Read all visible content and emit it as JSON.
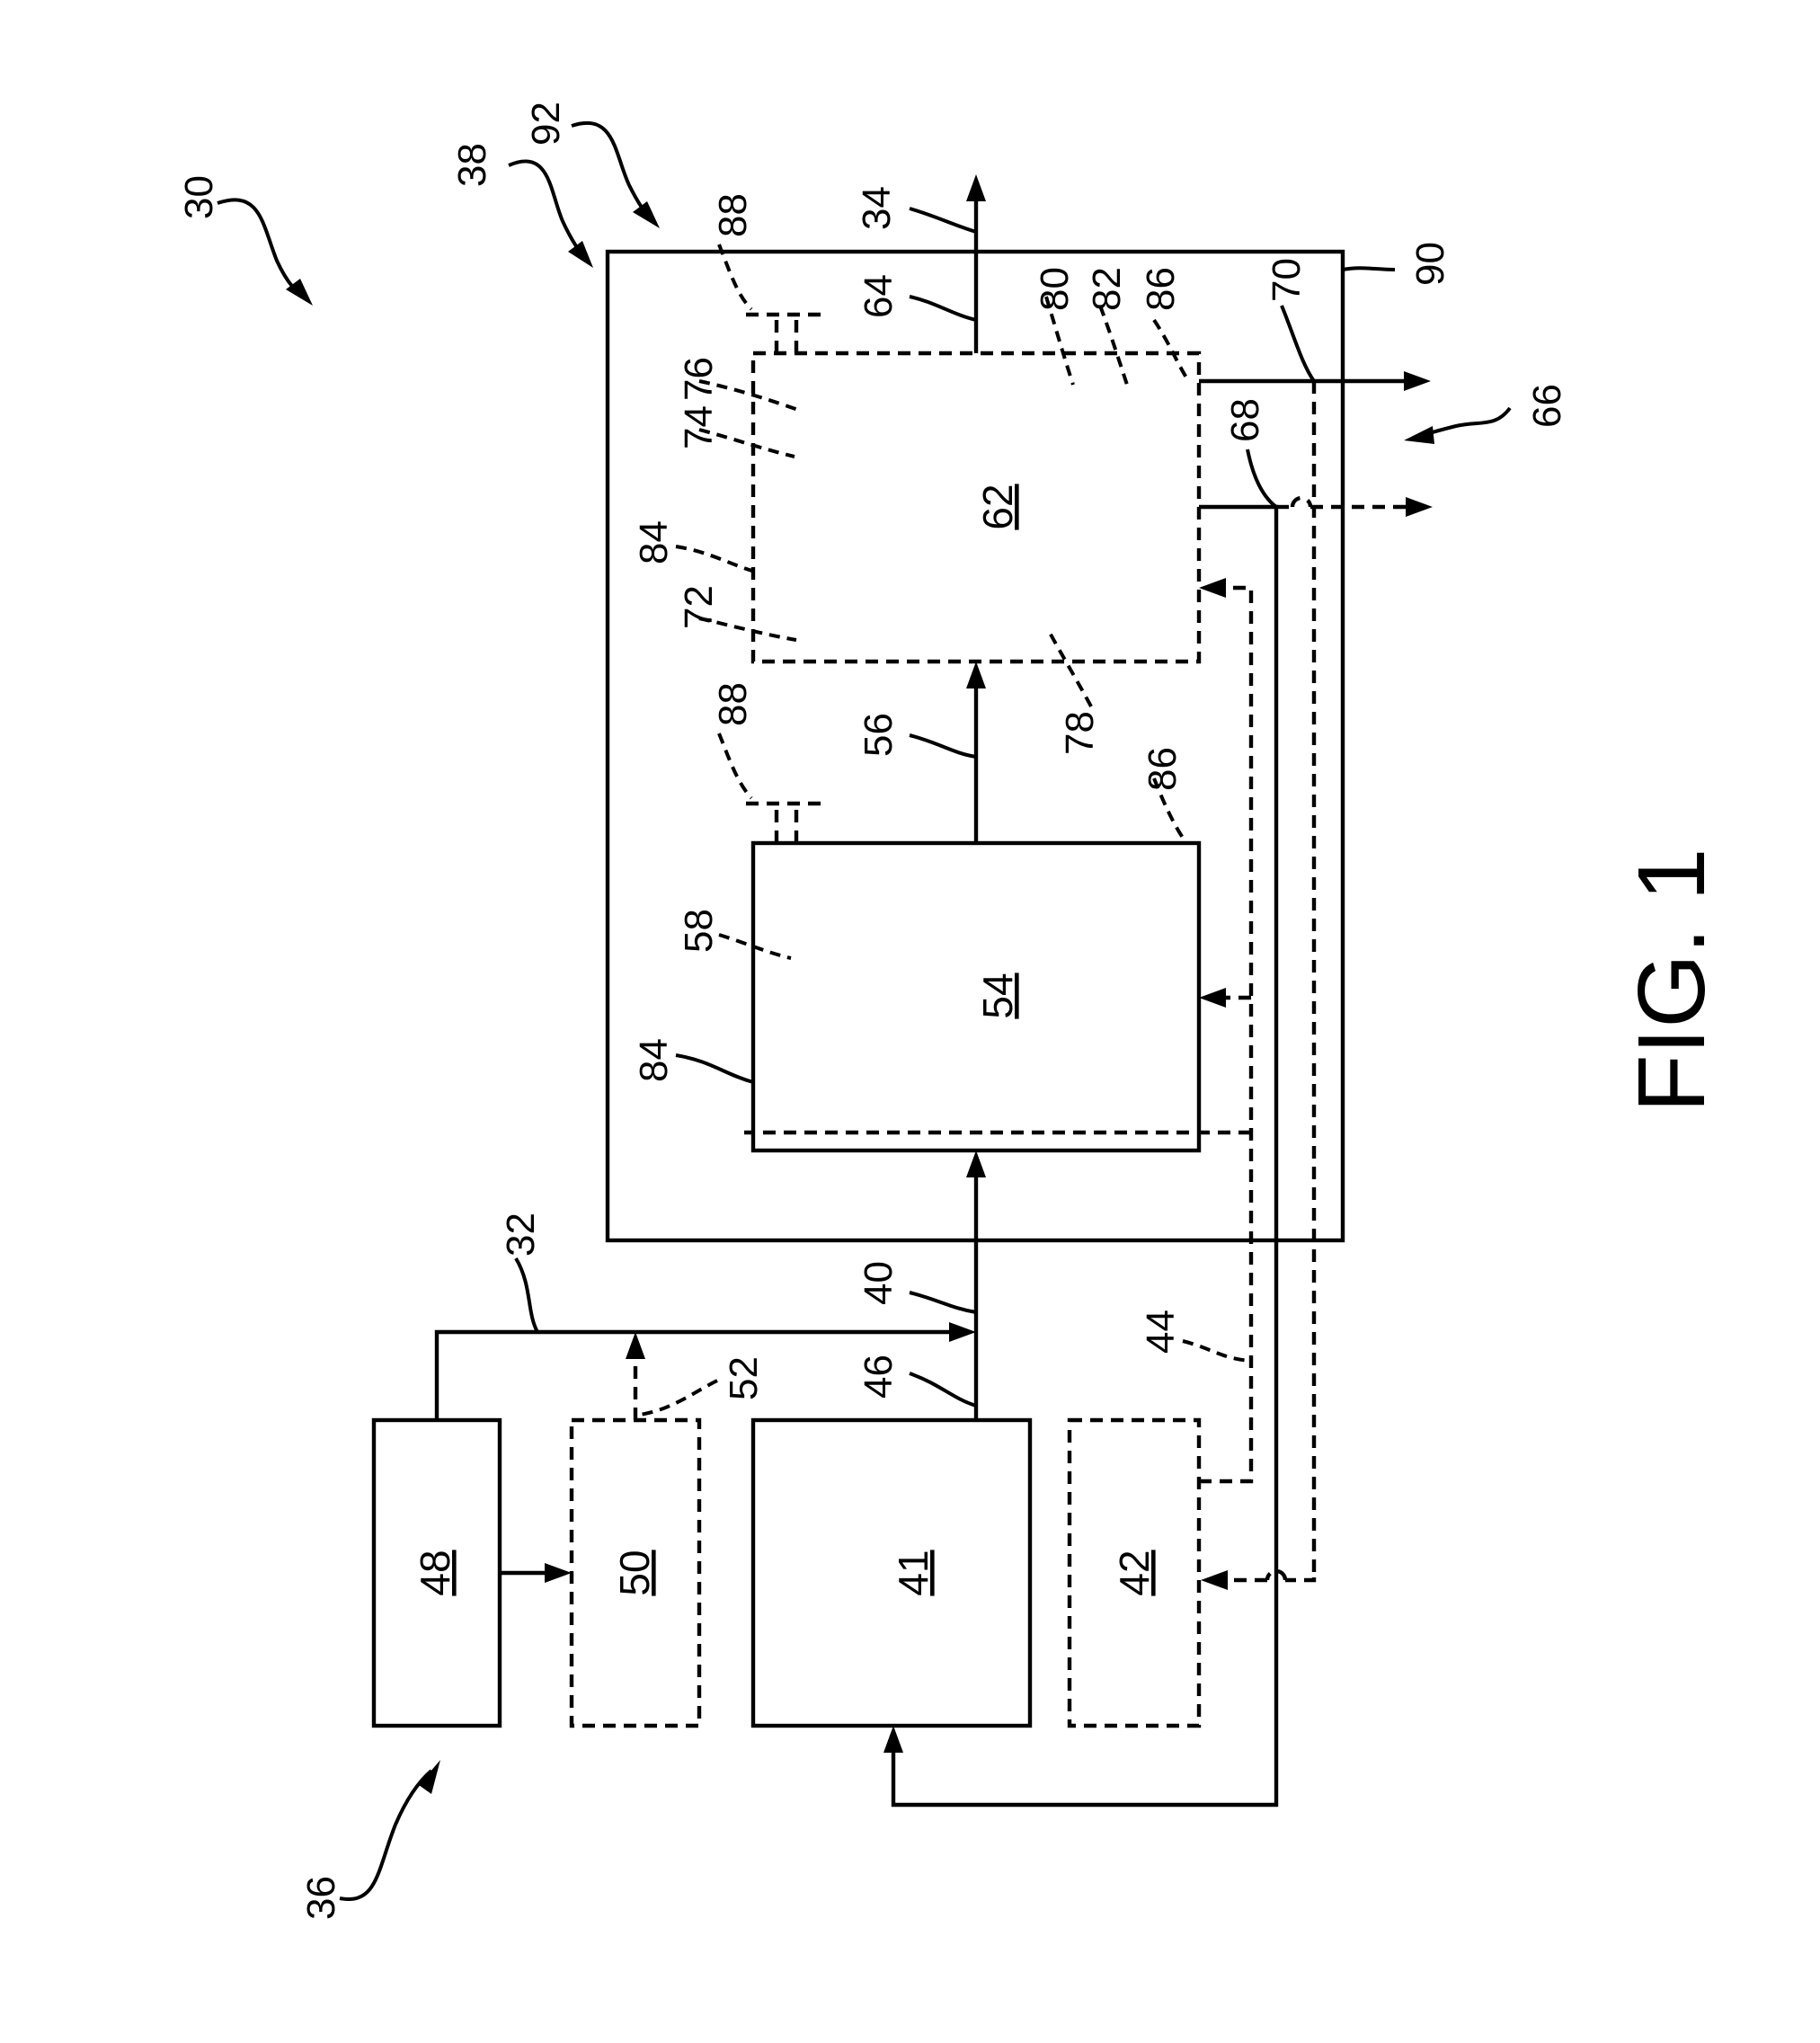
{
  "figure_label": "FIG. 1",
  "blocks": {
    "b41": "41",
    "b42": "42",
    "b48": "48",
    "b50": "50",
    "b54": "54",
    "b62": "62"
  },
  "refs": {
    "r30": "30",
    "r32": "32",
    "r34": "34",
    "r36": "36",
    "r38": "38",
    "r40": "40",
    "r44": "44",
    "r46": "46",
    "r52": "52",
    "r56": "56",
    "r58": "58",
    "r64": "64",
    "r66": "66",
    "r68": "68",
    "r70": "70",
    "r72": "72",
    "r74": "74",
    "r76": "76",
    "r78": "78",
    "r80": "80",
    "r82": "82",
    "r84a": "84",
    "r84b": "84",
    "r86a": "86",
    "r86b": "86",
    "r88a": "88",
    "r88b": "88",
    "r90": "90",
    "r92": "92"
  }
}
